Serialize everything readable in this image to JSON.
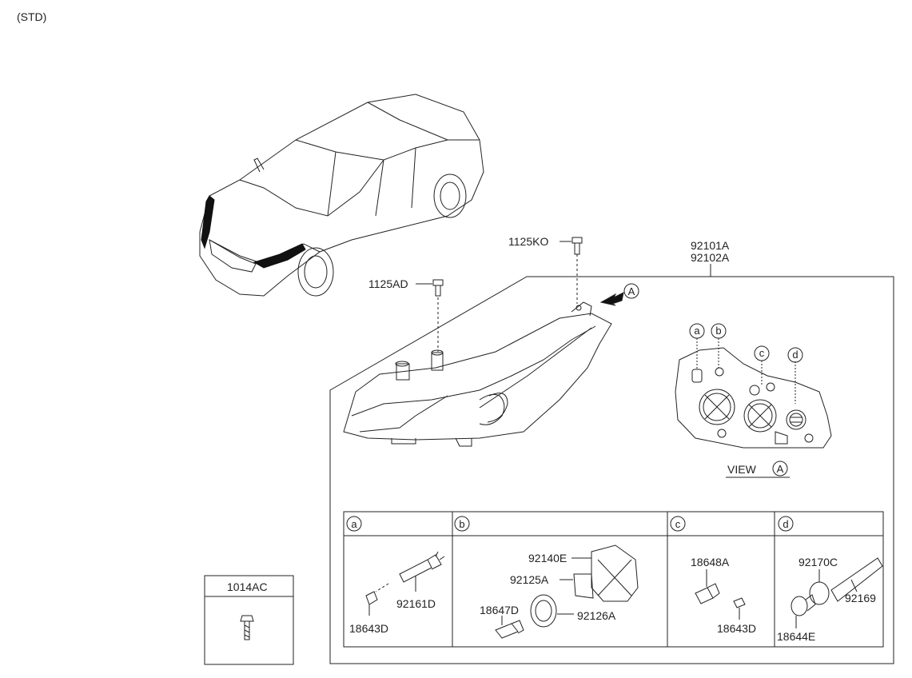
{
  "header": {
    "variant": "(STD)"
  },
  "parts": {
    "assembly_lh": "92101A",
    "assembly_rh": "92102A",
    "screw_top": "1125KO",
    "bolt_mount": "1125AD",
    "view_label": "VIEW",
    "view_marker": "A",
    "arrow_marker": "A"
  },
  "callouts": [
    "a",
    "b",
    "c",
    "d"
  ],
  "detail_boxes": {
    "a": {
      "key": "a",
      "parts": [
        "92161D",
        "18643D"
      ]
    },
    "b": {
      "key": "b",
      "parts": [
        "92140E",
        "92125A",
        "18647D",
        "92126A"
      ]
    },
    "c": {
      "key": "c",
      "parts": [
        "18648A",
        "18643D"
      ]
    },
    "d": {
      "key": "d",
      "parts": [
        "92170C",
        "92169",
        "18644E"
      ]
    }
  },
  "fastener_box": {
    "title": "1014AC"
  }
}
